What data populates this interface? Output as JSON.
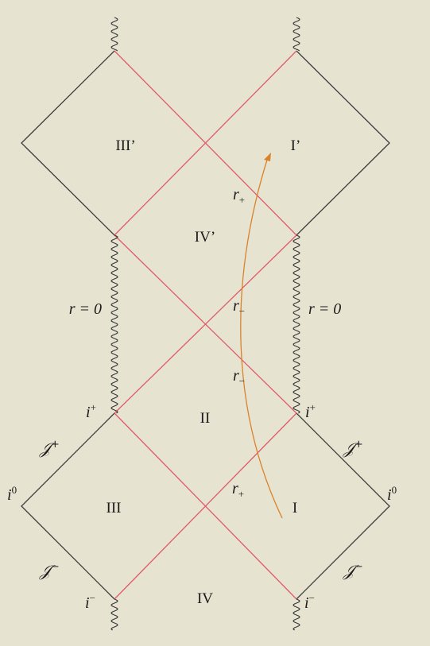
{
  "colors": {
    "background": "#e6e4d1",
    "boundary_line": "#3b3b3b",
    "horizon_line": "#e05a6a",
    "worldline": "#d9822b"
  },
  "regions": {
    "III_prime": "III’",
    "I_prime": "I’",
    "IV_prime": "IV’",
    "II": "II",
    "III": "III",
    "I": "I",
    "IV": "IV"
  },
  "labels": {
    "r_zero_left": "r = 0",
    "r_zero_right": "r = 0",
    "r_plus_upper": {
      "base": "r",
      "sub": "+"
    },
    "r_minus_upper": {
      "base": "r",
      "sub": "−"
    },
    "r_minus_lower": {
      "base": "r",
      "sub": "−"
    },
    "r_plus_lower": {
      "base": "r",
      "sub": "+"
    },
    "i_plus_left": {
      "base": "i",
      "sup": "+"
    },
    "i_plus_right": {
      "base": "i",
      "sup": "+"
    },
    "i_zero_left": {
      "base": "i",
      "sup": "0"
    },
    "i_zero_right": {
      "base": "i",
      "sup": "0"
    },
    "i_minus_left": {
      "base": "i",
      "sup": "−"
    },
    "i_minus_right": {
      "base": "i",
      "sup": "−"
    },
    "scri_plus_left": {
      "base": "𝒥",
      "sup": "+"
    },
    "scri_plus_right": {
      "base": "𝒥",
      "sup": "+"
    },
    "scri_minus_left": {
      "base": "𝒥",
      "sup": "−"
    },
    "scri_minus_right": {
      "base": "𝒥",
      "sup": "−"
    }
  }
}
